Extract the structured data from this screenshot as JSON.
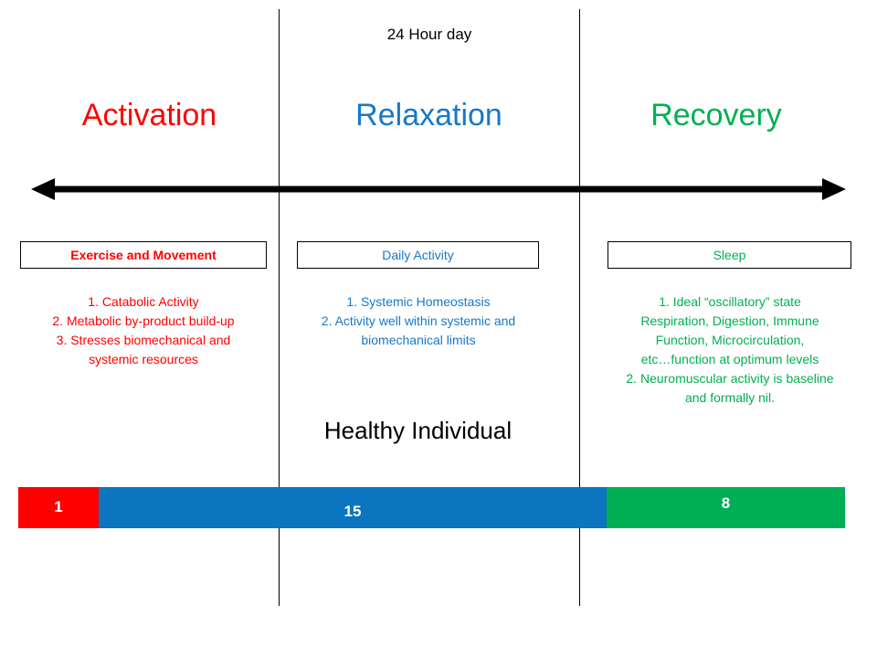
{
  "header": {
    "day_caption": "24 Hour day",
    "subject_caption": "Healthy Individual"
  },
  "colors": {
    "activation": "#FF0000",
    "relaxation": "#1878C8",
    "recovery": "#00B050",
    "bar_activation": "#FF0000",
    "bar_relaxation": "#0C75C0",
    "bar_recovery": "#00AE53",
    "line": "#000000"
  },
  "phases": [
    {
      "heading": "Activation",
      "box_label": "Exercise and Movement",
      "details": "1. Catabolic Activity\n2. Metabolic by-product build-up\n3. Stresses biomechanical and\nsystemic resources",
      "hours": "1"
    },
    {
      "heading": "Relaxation",
      "box_label": "Daily Activity",
      "details": "1. Systemic Homeostasis\n2. Activity  well within systemic and\nbiomechanical limits",
      "hours": "15"
    },
    {
      "heading": "Recovery",
      "box_label": "Sleep",
      "details": "1. Ideal “oscillatory” state\nRespiration, Digestion, Immune\nFunction, Microcirculation,\netc…function at optimum levels\n2. Neuromuscular activity is baseline\nand formally nil.",
      "hours": "8"
    }
  ],
  "chart_data": {
    "type": "bar",
    "title": "24 Hour day",
    "orientation": "horizontal-stacked",
    "categories": [
      "Activation",
      "Relaxation",
      "Recovery"
    ],
    "values": [
      1,
      15,
      8
    ],
    "unit": "hours",
    "total": 24,
    "xlabel": "",
    "ylabel": "",
    "legend": "none",
    "grid": false
  },
  "icons": {
    "axis_arrow": "double-headed-arrow"
  }
}
